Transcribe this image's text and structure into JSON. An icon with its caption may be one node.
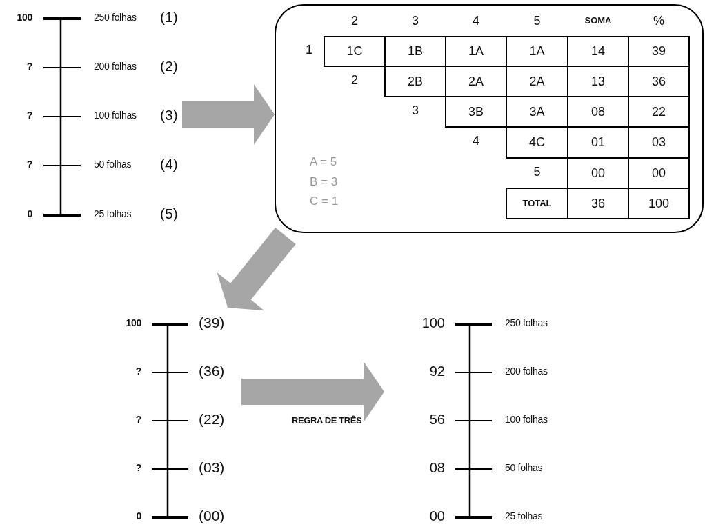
{
  "diagram": {
    "nodes": [
      {
        "text": [
          "100",
          "250 folhas",
          "(1)",
          "?",
          "200 folhas",
          "(2)",
          "?",
          "100 folhas",
          "(3)",
          "?",
          "50 folhas",
          "(4)",
          "0",
          "25 folhas",
          "(5)"
        ]
      },
      {
        "text": [
          "2",
          "3",
          "4",
          "5",
          "SOMA",
          "%",
          "1",
          "1C",
          "1B",
          "1A",
          "1A",
          "14",
          "39",
          "2",
          "2B",
          "2A",
          "2A",
          "13",
          "36",
          "3",
          "3B",
          "3A",
          "08",
          "22",
          "4",
          "4C",
          "01",
          "03",
          "5",
          "00",
          "00",
          "A = 5",
          "B = 3",
          "C = 1",
          "TOTAL",
          "36",
          "100"
        ]
      },
      {
        "text": [
          "100",
          "(39)",
          "?",
          "(36)",
          "?",
          "(22)",
          "?",
          "(03)",
          "0",
          "(00)"
        ]
      },
      {
        "text": [
          "100",
          "250 folhas",
          "92",
          "200 folhas",
          "56",
          "100 folhas",
          "08",
          "50 folhas",
          "00",
          "25 folhas"
        ]
      }
    ],
    "edges": [
      {
        "from": 0,
        "to": 1,
        "arrow": "to"
      },
      {
        "from": 1,
        "to": 2,
        "arrow": "to"
      },
      {
        "from": 2,
        "to": 3,
        "arrow": "to",
        "label": "REGRA DE TRÊS"
      }
    ]
  }
}
